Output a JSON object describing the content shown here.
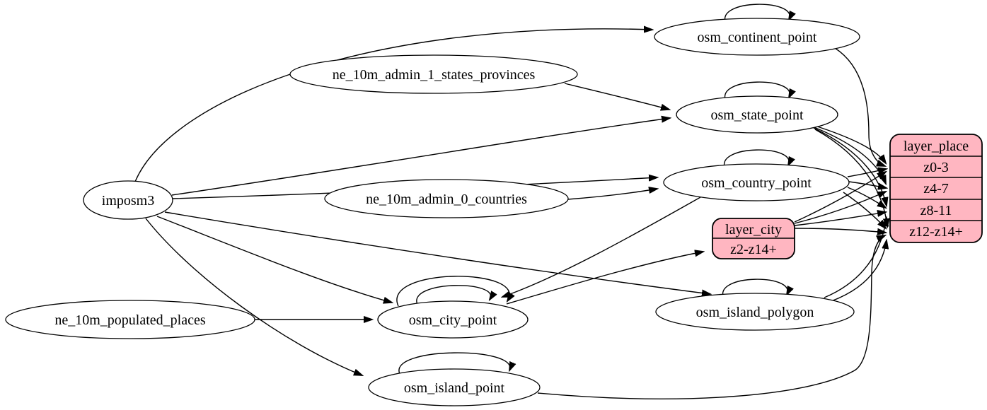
{
  "diagram": {
    "kind": "etl-dependency-graph",
    "colors": {
      "background": "#ffffff",
      "node_fill": "#ffffff",
      "stroke": "#000000",
      "record_fill": "#ffb6c1"
    },
    "nodes": {
      "imposm3": {
        "label": "imposm3"
      },
      "ne_10m_admin_1_states_provinces": {
        "label": "ne_10m_admin_1_states_provinces"
      },
      "ne_10m_admin_0_countries": {
        "label": "ne_10m_admin_0_countries"
      },
      "ne_10m_populated_places": {
        "label": "ne_10m_populated_places"
      },
      "osm_continent_point": {
        "label": "osm_continent_point"
      },
      "osm_state_point": {
        "label": "osm_state_point"
      },
      "osm_country_point": {
        "label": "osm_country_point"
      },
      "osm_city_point": {
        "label": "osm_city_point"
      },
      "osm_island_polygon": {
        "label": "osm_island_polygon"
      },
      "osm_island_point": {
        "label": "osm_island_point"
      }
    },
    "records": {
      "layer_city": {
        "title": "layer_city",
        "rows": [
          "z2-z14+"
        ]
      },
      "layer_place": {
        "title": "layer_place",
        "rows": [
          "z0-3",
          "z4-7",
          "z8-11",
          "z12-z14+"
        ]
      }
    },
    "edges": [
      {
        "from": "imposm3",
        "to": "osm_continent_point"
      },
      {
        "from": "imposm3",
        "to": "osm_state_point"
      },
      {
        "from": "imposm3",
        "to": "osm_country_point"
      },
      {
        "from": "imposm3",
        "to": "osm_city_point"
      },
      {
        "from": "imposm3",
        "to": "osm_island_polygon"
      },
      {
        "from": "imposm3",
        "to": "osm_island_point"
      },
      {
        "from": "ne_10m_admin_1_states_provinces",
        "to": "osm_state_point"
      },
      {
        "from": "ne_10m_admin_0_countries",
        "to": "osm_country_point"
      },
      {
        "from": "ne_10m_populated_places",
        "to": "osm_city_point"
      },
      {
        "from": "osm_continent_point",
        "to": "osm_continent_point"
      },
      {
        "from": "osm_state_point",
        "to": "osm_state_point"
      },
      {
        "from": "osm_country_point",
        "to": "osm_country_point"
      },
      {
        "from": "osm_city_point",
        "to": "osm_city_point"
      },
      {
        "from": "osm_city_point",
        "to": "osm_city_point"
      },
      {
        "from": "osm_island_polygon",
        "to": "osm_island_polygon"
      },
      {
        "from": "osm_island_point",
        "to": "osm_island_point"
      },
      {
        "from": "osm_country_point",
        "to": "osm_city_point"
      },
      {
        "from": "osm_city_point",
        "to": "layer_city:z2-z14+"
      },
      {
        "from": "osm_continent_point",
        "to": "layer_place:z0-3"
      },
      {
        "from": "osm_state_point",
        "to": "layer_place:z0-3"
      },
      {
        "from": "osm_state_point",
        "to": "layer_place:z4-7"
      },
      {
        "from": "osm_state_point",
        "to": "layer_place:z8-11"
      },
      {
        "from": "osm_state_point",
        "to": "layer_place:z12-z14+"
      },
      {
        "from": "osm_country_point",
        "to": "layer_place:z0-3"
      },
      {
        "from": "osm_country_point",
        "to": "layer_place:z4-7"
      },
      {
        "from": "osm_country_point",
        "to": "layer_place:z8-11"
      },
      {
        "from": "osm_country_point",
        "to": "layer_place:z12-z14+"
      },
      {
        "from": "layer_city",
        "to": "layer_place:z0-3"
      },
      {
        "from": "layer_city",
        "to": "layer_place:z4-7"
      },
      {
        "from": "layer_city",
        "to": "layer_place:z8-11"
      },
      {
        "from": "layer_city",
        "to": "layer_place:z12-z14+"
      },
      {
        "from": "osm_island_polygon",
        "to": "layer_place:z8-11"
      },
      {
        "from": "osm_island_polygon",
        "to": "layer_place:z12-z14+"
      },
      {
        "from": "osm_island_point",
        "to": "layer_place:z12-z14+"
      }
    ]
  }
}
